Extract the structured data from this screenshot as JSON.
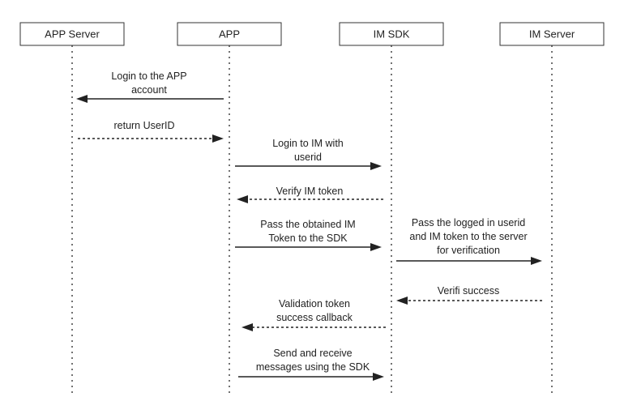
{
  "actors": [
    {
      "id": "app_server",
      "label": "APP Server"
    },
    {
      "id": "app",
      "label": "APP"
    },
    {
      "id": "im_sdk",
      "label": "IM SDK"
    },
    {
      "id": "im_server",
      "label": "IM Server"
    }
  ],
  "messages": [
    {
      "from": "app",
      "to": "app_server",
      "style": "solid",
      "lines": [
        "Login to the APP",
        "account"
      ]
    },
    {
      "from": "app_server",
      "to": "app",
      "style": "dashed",
      "lines": [
        "return UserID"
      ]
    },
    {
      "from": "app",
      "to": "im_sdk",
      "style": "solid",
      "lines": [
        "Login to IM with",
        "userid"
      ]
    },
    {
      "from": "im_sdk",
      "to": "app",
      "style": "dashed",
      "lines": [
        "Verify IM token"
      ]
    },
    {
      "from": "app",
      "to": "im_sdk",
      "style": "solid",
      "lines": [
        "Pass the obtained IM",
        "Token to the SDK"
      ]
    },
    {
      "from": "im_sdk",
      "to": "im_server",
      "style": "solid",
      "lines": [
        "Pass the logged in userid",
        "and IM token to the server",
        "for verification"
      ]
    },
    {
      "from": "im_server",
      "to": "im_sdk",
      "style": "dashed",
      "lines": [
        "Verifi success"
      ]
    },
    {
      "from": "im_sdk",
      "to": "app",
      "style": "dashed",
      "lines": [
        "Validation token",
        "success callback"
      ]
    },
    {
      "from": "app",
      "to": "im_sdk",
      "style": "solid",
      "lines": [
        "Send and receive",
        "messages using the SDK"
      ]
    }
  ]
}
